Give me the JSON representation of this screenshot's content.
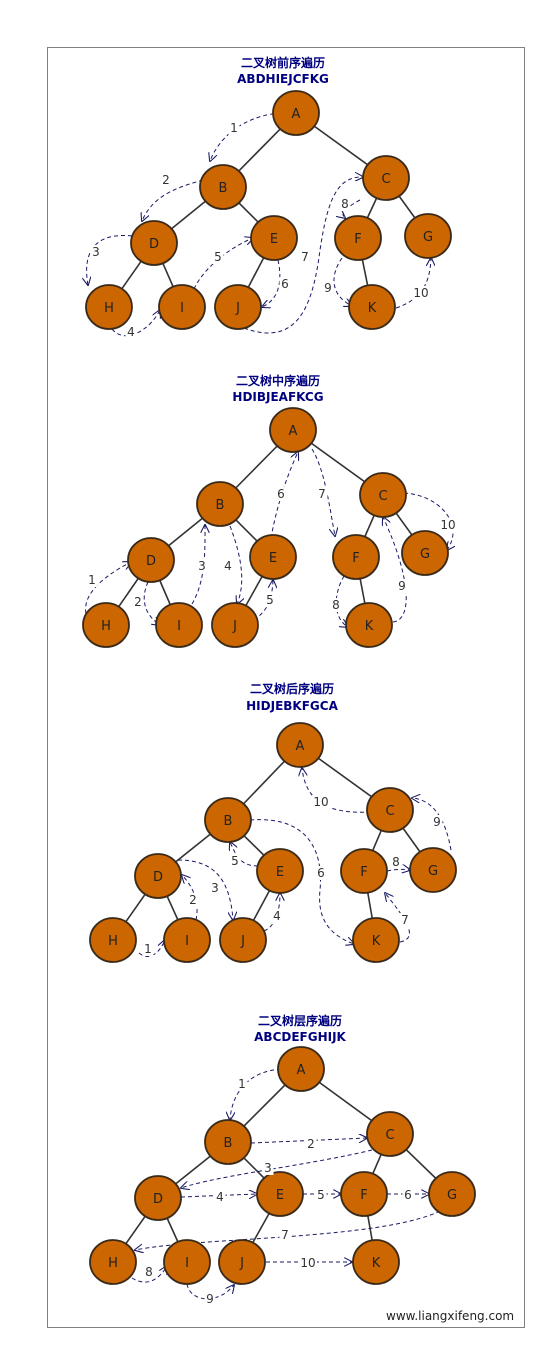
{
  "colors": {
    "node_fill": "#cc6600",
    "node_stroke": "#3a2a1a",
    "edge": "#333333",
    "arrow": "#1a1a66",
    "title": "#000080"
  },
  "panels": [
    {
      "id": "preorder",
      "title": "二叉树前序遍历",
      "sequence": "ABDHIEJCFKG",
      "steps": [
        "1",
        "2",
        "3",
        "4",
        "5",
        "6",
        "7",
        "8",
        "9",
        "10"
      ]
    },
    {
      "id": "inorder",
      "title": "二叉树中序遍历",
      "sequence": "HDIBJEAFKCG",
      "steps": [
        "1",
        "2",
        "3",
        "4",
        "5",
        "6",
        "7",
        "8",
        "9",
        "10"
      ]
    },
    {
      "id": "postorder",
      "title": "二叉树后序遍历",
      "sequence": "HIDJEBKFGCA",
      "steps": [
        "1",
        "2",
        "3",
        "4",
        "5",
        "6",
        "7",
        "8",
        "9",
        "10"
      ]
    },
    {
      "id": "levelorder",
      "title": "二叉树层序遍历",
      "sequence": "ABCDEFGHIJK",
      "steps": [
        "1",
        "2",
        "3",
        "4",
        "5",
        "6",
        "7",
        "8",
        "9",
        "10"
      ]
    }
  ],
  "node_names": [
    "A",
    "B",
    "C",
    "D",
    "E",
    "F",
    "G",
    "H",
    "I",
    "J",
    "K"
  ],
  "watermark": "www.liangxifeng.com"
}
